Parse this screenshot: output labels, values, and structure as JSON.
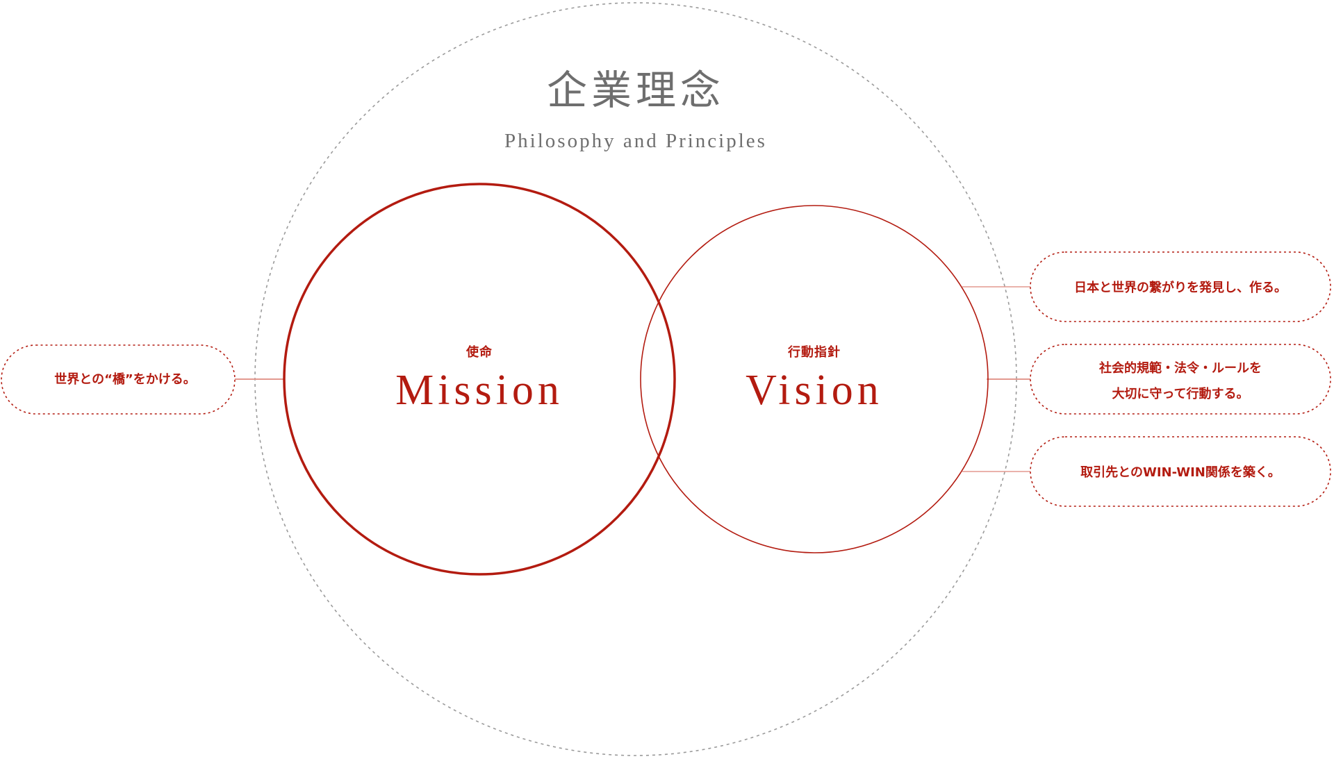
{
  "header": {
    "title_ja": "企業理念",
    "title_en": "Philosophy and Principles"
  },
  "mission": {
    "label_ja": "使命",
    "label_en": "Mission",
    "statement": "世界との“橋”をかける。"
  },
  "vision": {
    "label_ja": "行動指針",
    "label_en": "Vision",
    "principles": [
      {
        "lines": [
          "日本と世界の繋がりを発見し、作る。"
        ]
      },
      {
        "lines": [
          "社会的規範・法令・ルールを",
          "大切に守って行動する。"
        ]
      },
      {
        "lines": [
          "取引先とのWIN-WIN関係を築く。"
        ]
      }
    ]
  },
  "colors": {
    "accent": "#b31b10",
    "accent_light": "#e3998f",
    "title_gray": "#6e6e6e",
    "outer_border": "#9a9a9a"
  }
}
